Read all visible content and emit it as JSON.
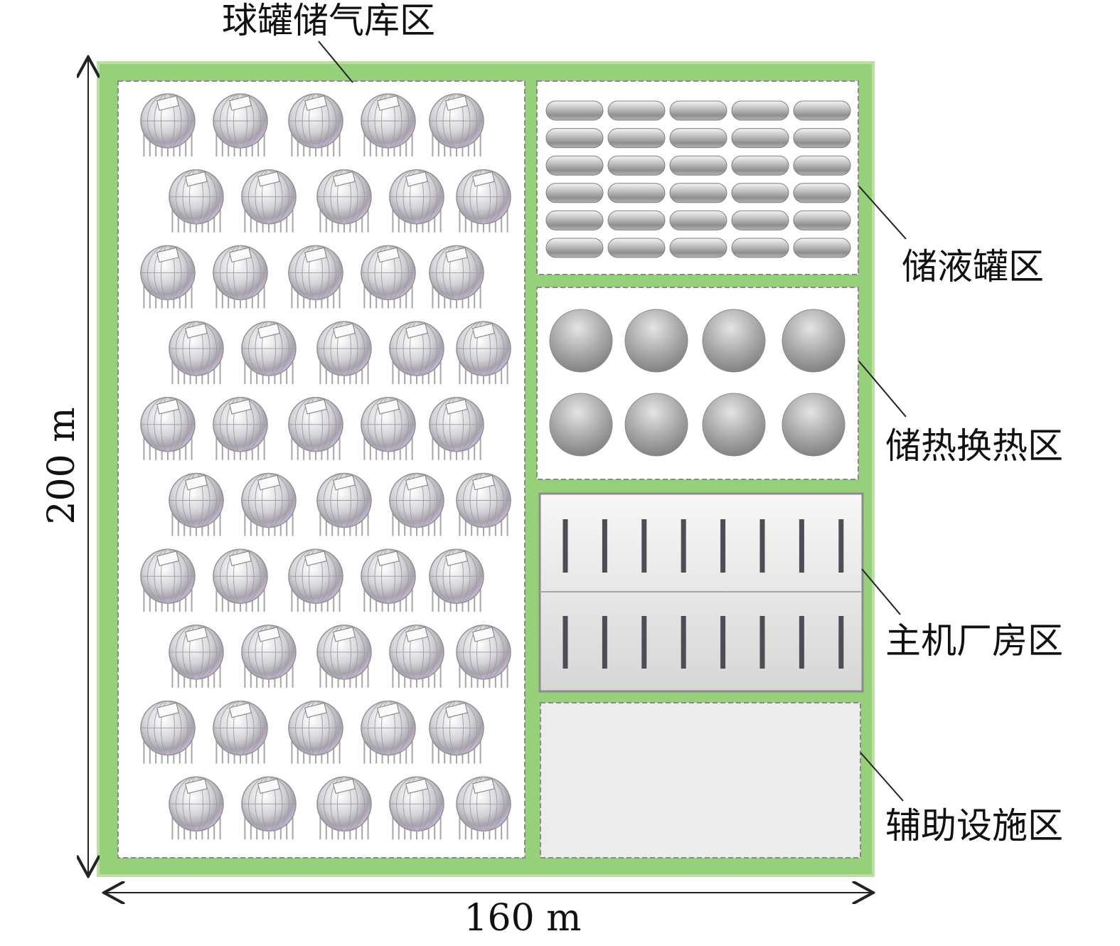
{
  "labels": {
    "sphere_zone": "球罐储气库区",
    "liquid_zone": "储液罐区",
    "heat_zone": "储热换热区",
    "powerhouse_zone": "主机厂房区",
    "aux_zone": "辅助设施区",
    "width_dim": "160 m",
    "height_dim": "200 m"
  },
  "counts": {
    "sphere_rows": 10,
    "sphere_cols": 5,
    "liquid_rows": 6,
    "liquid_cols": 5,
    "heat_rows": 2,
    "heat_cols": 4,
    "generator_rows": 2,
    "generator_cols": 8
  },
  "colors": {
    "border_green": "#96d07a",
    "zone_white": "#ffffff",
    "aux_gray": "#ececec",
    "dash_gray": "#8a8a8a"
  }
}
